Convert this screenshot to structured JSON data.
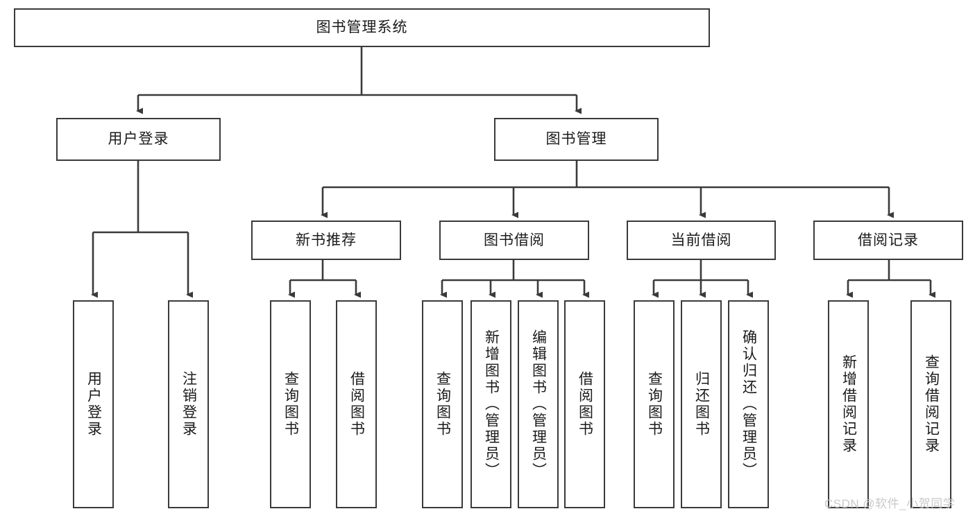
{
  "diagram": {
    "type": "tree-hierarchy",
    "title": "图书管理系统",
    "watermark": "CSDN @软件_小贺同学",
    "colors": {
      "node_border": "#3a3a3a",
      "node_fill": "#ffffff",
      "connector": "#3a3a3a",
      "text": "#1b1b1b",
      "watermark": "#c9c9c9",
      "background": "#ffffff"
    },
    "root": {
      "label": "图书管理系统"
    },
    "level2": [
      {
        "label": "用户登录"
      },
      {
        "label": "图书管理"
      }
    ],
    "level3": [
      {
        "label": "新书推荐"
      },
      {
        "label": "图书借阅"
      },
      {
        "label": "当前借阅"
      },
      {
        "label": "借阅记录"
      }
    ],
    "leaves": {
      "user_login": [
        {
          "label": "用户登录"
        },
        {
          "label": "注销登录"
        }
      ],
      "new_book_recommend": [
        {
          "label": "查询图书"
        },
        {
          "label": "借阅图书"
        }
      ],
      "book_borrow": [
        {
          "label": "查询图书"
        },
        {
          "label": "新增图书（管理员）"
        },
        {
          "label": "编辑图书（管理员）"
        },
        {
          "label": "借阅图书"
        }
      ],
      "current_borrow": [
        {
          "label": "查询图书"
        },
        {
          "label": "归还图书"
        },
        {
          "label": "确认归还（管理员）"
        }
      ],
      "borrow_record": [
        {
          "label": "新增借阅记录"
        },
        {
          "label": "查询借阅记录"
        }
      ]
    }
  }
}
